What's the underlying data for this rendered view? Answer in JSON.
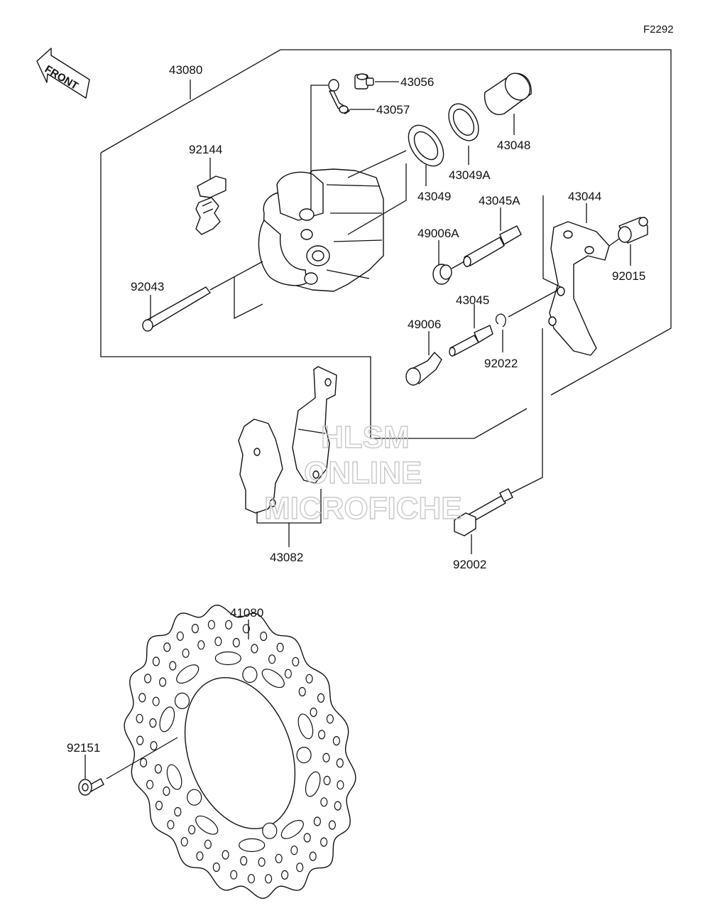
{
  "figure_code": "F2292",
  "front_label": "FRONT",
  "watermark": [
    "HLSM",
    "ONLINE",
    "MICROFICHE"
  ],
  "part_labels": {
    "p43080": "43080",
    "p43056": "43056",
    "p43057": "43057",
    "p43048": "43048",
    "p92144": "92144",
    "p43049A": "43049A",
    "p43049": "43049",
    "p43045A": "43045A",
    "p43044": "43044",
    "p49006A": "49006A",
    "p92015": "92015",
    "p92043": "92043",
    "p43045": "43045",
    "p49006": "49006",
    "p92022": "92022",
    "p43082": "43082",
    "p92002": "92002",
    "p41080": "41080",
    "p92151": "92151"
  }
}
